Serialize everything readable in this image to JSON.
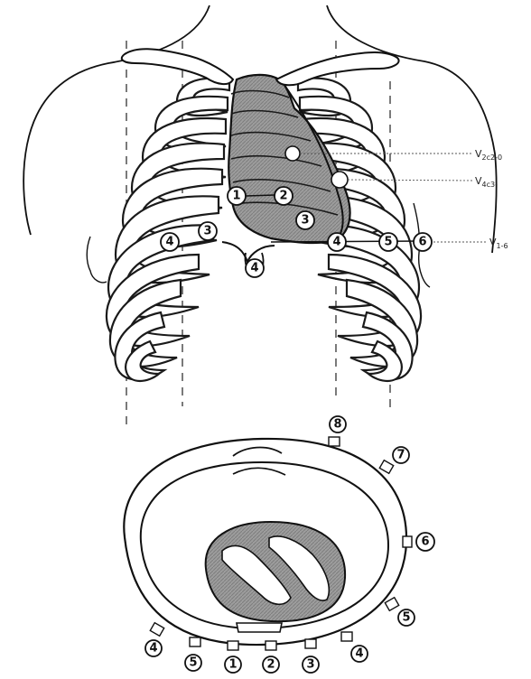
{
  "colors": {
    "line": "#111111",
    "heart_fill": "#a8a8a8",
    "background": "#ffffff"
  },
  "labels": {
    "v2": {
      "main": "V",
      "sub": "2c2-0"
    },
    "v4": {
      "main": "V",
      "sub": "4c3-"
    },
    "v6": {
      "main": "V",
      "sub": "1-6"
    }
  },
  "thorax_electrodes": {
    "e1": "1",
    "e2": "2",
    "e3": "3",
    "e4": "4",
    "e5": "5",
    "e6": "6",
    "r3": "3",
    "r4": "4",
    "ex": "4"
  },
  "section_electrodes": {
    "e1": "1",
    "e2": "2",
    "e3": "3",
    "e4": "4",
    "e5": "5",
    "e6": "6",
    "e7": "7",
    "e8": "8",
    "r4": "4",
    "r5": "5"
  }
}
